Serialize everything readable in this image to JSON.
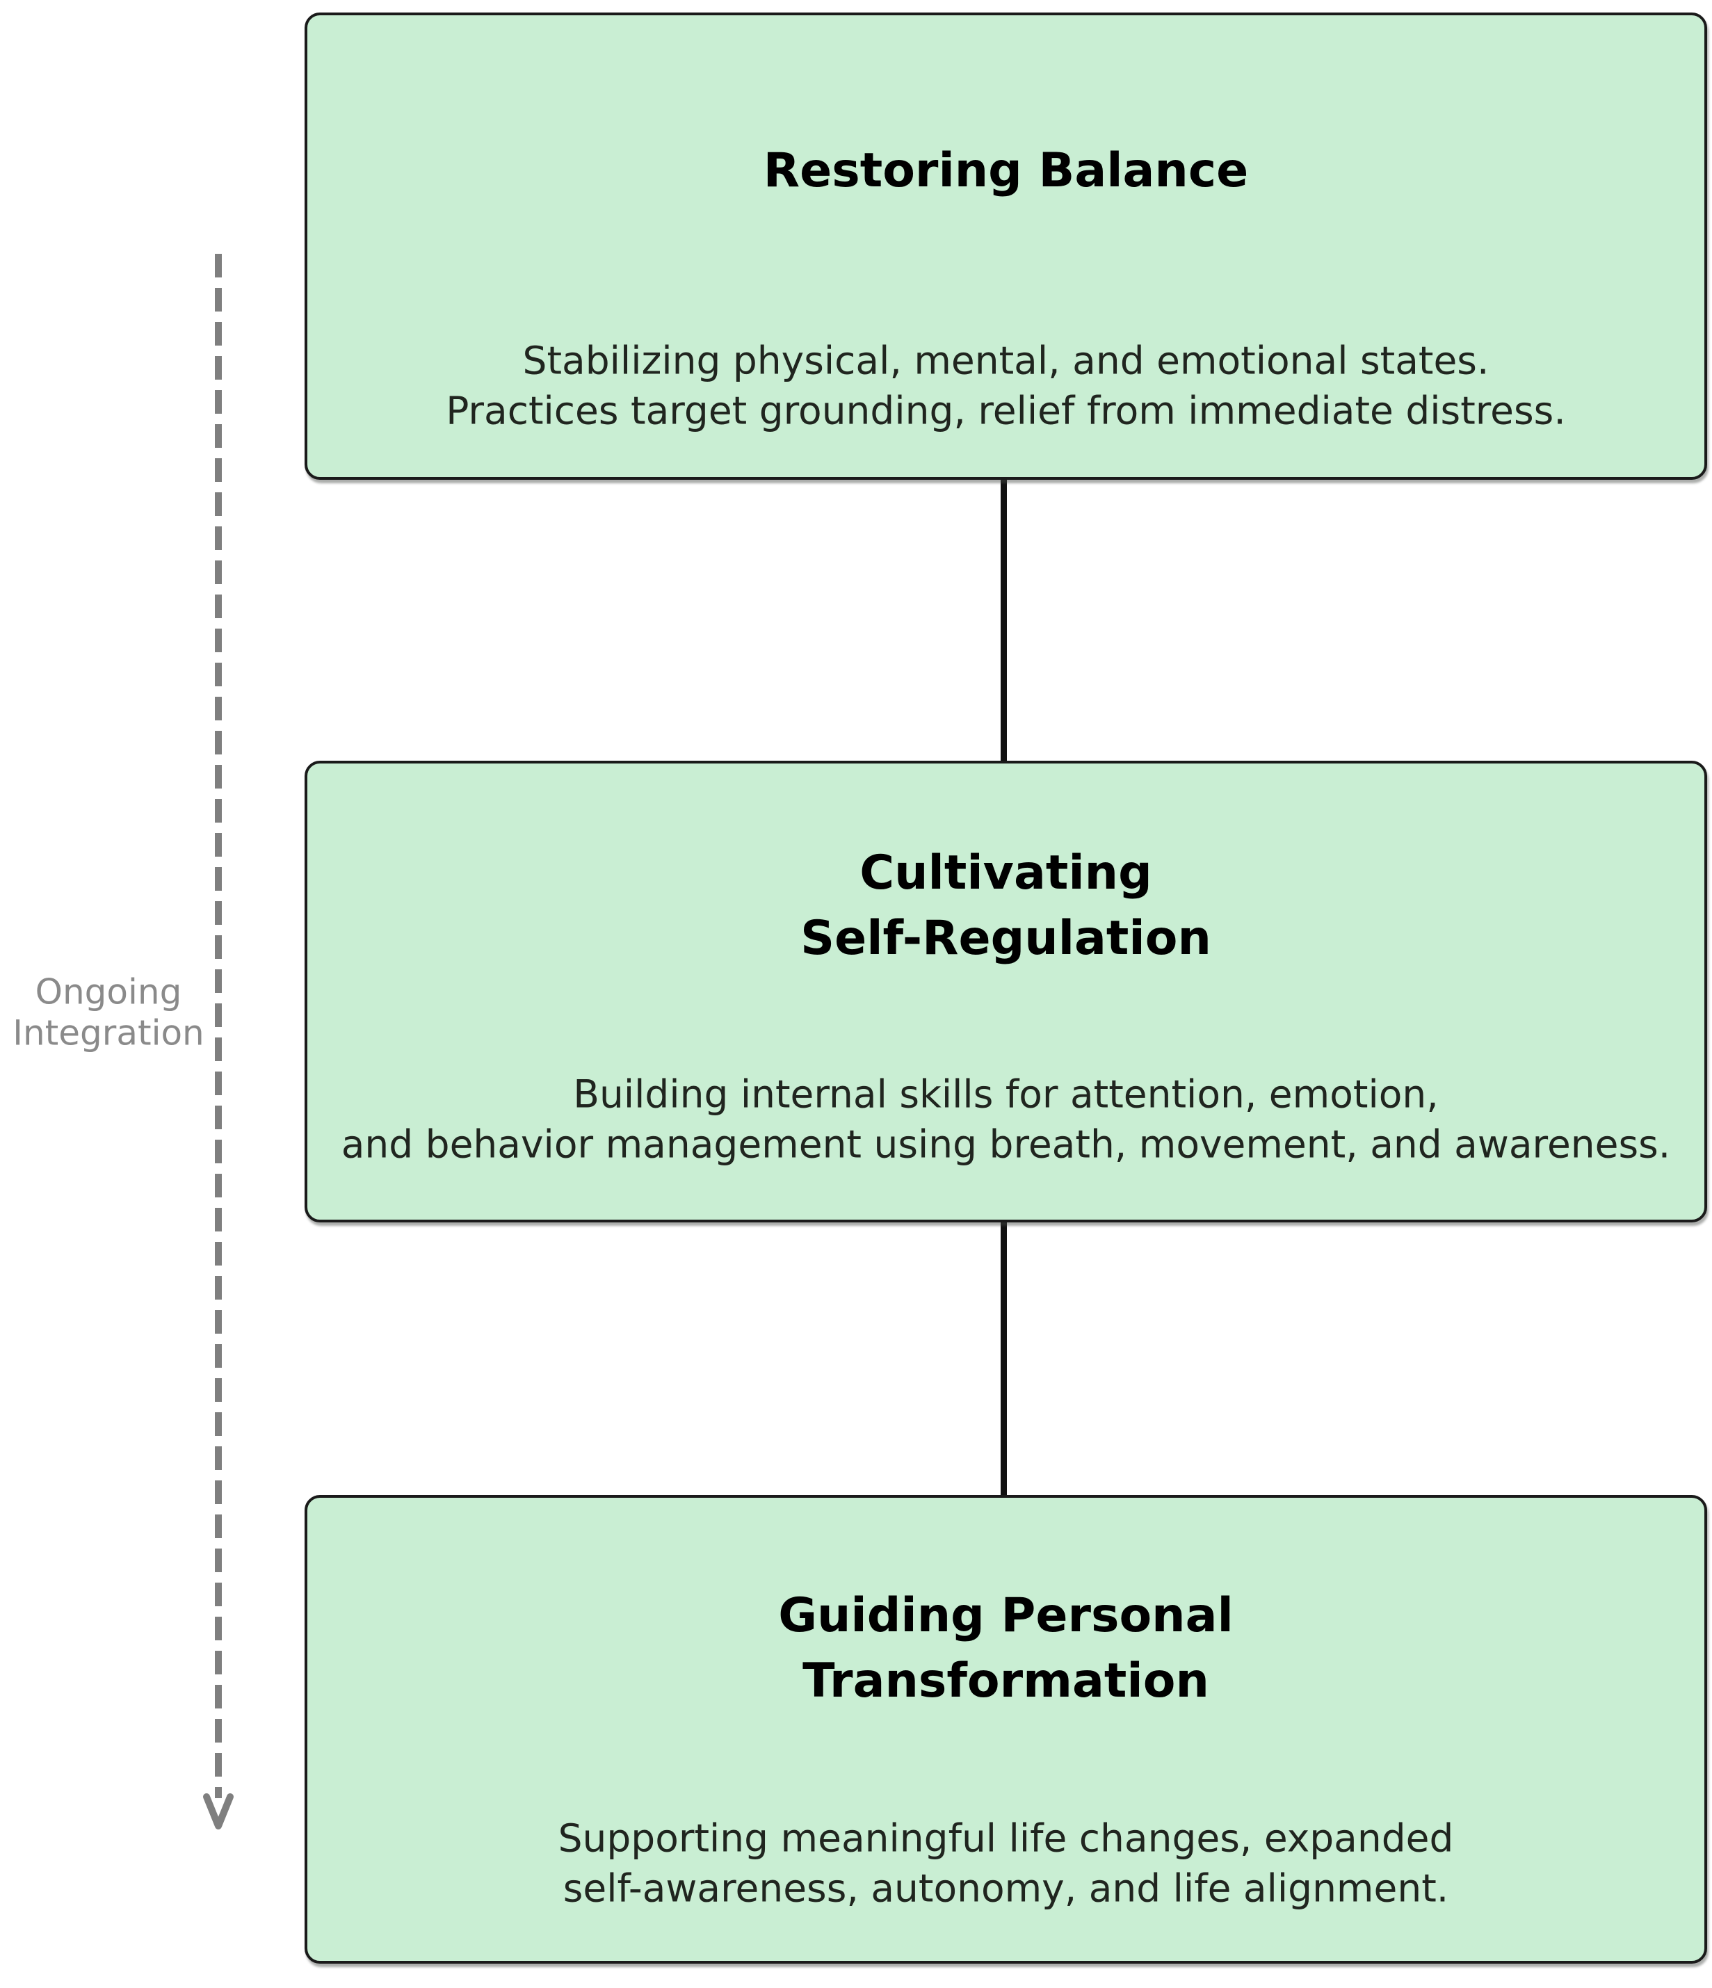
{
  "diagram": {
    "side_label": "Ongoing\nIntegration",
    "stages": [
      {
        "title": "Restoring Balance",
        "description": "Stabilizing physical, mental, and emotional states.\nPractices target grounding, relief from immediate distress."
      },
      {
        "title": "Cultivating\nSelf-Regulation",
        "description": "Building internal skills for attention, emotion,\nand behavior management using breath, movement, and awareness."
      },
      {
        "title": "Guiding Personal\nTransformation",
        "description": "Supporting meaningful life changes, expanded\nself-awareness, autonomy, and life alignment."
      }
    ],
    "colors": {
      "background": "#ffffff",
      "stage_fill": "#c9eed3",
      "stage_border": "#1a1a1a",
      "connector": "#111111",
      "integration_arrow": "#7f7f7f",
      "side_label_text": "#8a8a8a",
      "title_text": "#000000",
      "description_text": "#20251f"
    }
  }
}
